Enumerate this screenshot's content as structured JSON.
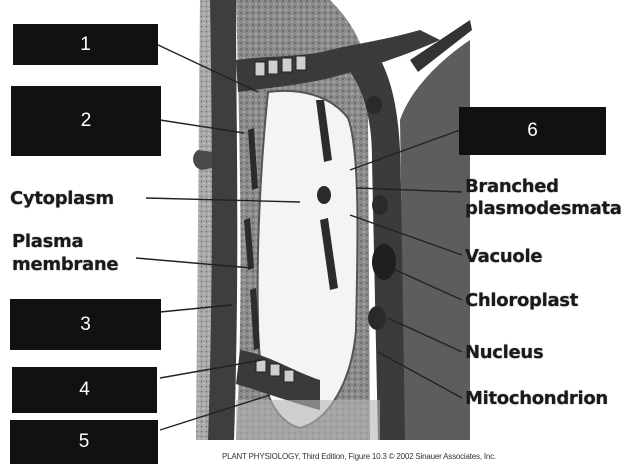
{
  "boxes": [
    "1",
    "2",
    "3",
    "4",
    "5",
    "6"
  ],
  "labels": {
    "cytoplasm": "Cytoplasm",
    "plasma_membrane_1": "Plasma",
    "plasma_membrane_2": "membrane",
    "branched_1": "Branched",
    "branched_2": "plasmodesmata",
    "vacuole": "Vacuole",
    "chloroplast": "Chloroplast",
    "nucleus": "Nucleus",
    "mitochondrion": "Mitochondrion"
  },
  "credit": "PLANT PHYSIOLOGY, Third Edition, Figure 10.3  © 2002 Sinauer Associates, Inc."
}
